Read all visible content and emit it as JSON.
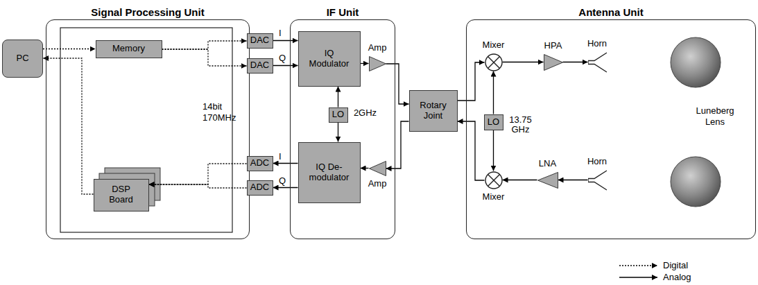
{
  "diagram": {
    "nodes": [
      {
        "text": [
          "PC"
        ]
      },
      {
        "text": [
          "Signal Processing Unit"
        ]
      },
      {
        "text": [
          "Memory"
        ],
        "in": 1
      },
      {
        "text": [
          "DSP Board"
        ],
        "in": 1
      },
      {
        "text": [
          "DAC"
        ],
        "in": 1
      },
      {
        "text": [
          "DAC"
        ],
        "in": 1
      },
      {
        "text": [
          "ADC"
        ],
        "in": 1
      },
      {
        "text": [
          "ADC"
        ],
        "in": 1
      },
      {
        "text": [
          "IF Unit"
        ]
      },
      {
        "text": [
          "IQ Modulator"
        ],
        "in": 8
      },
      {
        "text": [
          "LO",
          "2GHz"
        ],
        "in": 8
      },
      {
        "text": [
          "IQ De-modulator"
        ],
        "in": 8
      },
      {
        "text": [
          "Amp"
        ],
        "in": 8
      },
      {
        "text": [
          "Amp"
        ],
        "in": 8
      },
      {
        "text": [
          "Antenna Unit"
        ]
      },
      {
        "text": [
          "Rotary Joint"
        ],
        "in": 14
      },
      {
        "text": [
          "Mixer"
        ],
        "in": 14
      },
      {
        "text": [
          "HPA"
        ],
        "in": 14
      },
      {
        "text": [
          "Horn"
        ],
        "in": 14
      },
      {
        "text": [
          "LO",
          "13.75 GHz"
        ],
        "in": 14
      },
      {
        "text": [
          "Mixer"
        ],
        "in": 14
      },
      {
        "text": [
          "LNA"
        ],
        "in": 14
      },
      {
        "text": [
          "Horn"
        ],
        "in": 14
      }
    ],
    "edges": [
      {
        "from": 0,
        "to": 2,
        "arrow": "to"
      },
      {
        "from": 2,
        "to": 4,
        "arrow": "to"
      },
      {
        "from": 2,
        "to": 5,
        "arrow": "to"
      },
      {
        "from": 4,
        "to": 9,
        "arrow": "to"
      },
      {
        "from": 5,
        "to": 9,
        "arrow": "to"
      },
      {
        "from": 10,
        "to": 9,
        "arrow": "to"
      },
      {
        "from": 10,
        "to": 11,
        "arrow": "to"
      },
      {
        "from": 9,
        "to": 12,
        "arrow": "to"
      },
      {
        "from": 12,
        "to": 15,
        "arrow": "to"
      },
      {
        "from": 15,
        "to": 16,
        "arrow": "to"
      },
      {
        "from": 16,
        "to": 17,
        "arrow": "to"
      },
      {
        "from": 17,
        "to": 18,
        "arrow": "to"
      },
      {
        "from": 19,
        "to": 16,
        "arrow": "to"
      },
      {
        "from": 19,
        "to": 20,
        "arrow": "to"
      },
      {
        "from": 22,
        "to": 21,
        "arrow": "to"
      },
      {
        "from": 21,
        "to": 20,
        "arrow": "to"
      },
      {
        "from": 20,
        "to": 15,
        "arrow": "to"
      },
      {
        "from": 15,
        "to": 13,
        "arrow": "to"
      },
      {
        "from": 13,
        "to": 11,
        "arrow": "to"
      },
      {
        "from": 11,
        "to": 6,
        "arrow": "to"
      },
      {
        "from": 11,
        "to": 7,
        "arrow": "to"
      },
      {
        "from": 6,
        "to": 3,
        "arrow": "to"
      },
      {
        "from": 7,
        "to": 3,
        "arrow": "to"
      },
      {
        "from": 3,
        "to": 0,
        "arrow": "to"
      }
    ],
    "labels": [
      "I",
      "Q",
      "14bit 170MHz",
      "I",
      "Q",
      "Luneberg Lens"
    ],
    "legend": [
      {
        "text": "Digital"
      },
      {
        "text": "Analog"
      }
    ]
  }
}
